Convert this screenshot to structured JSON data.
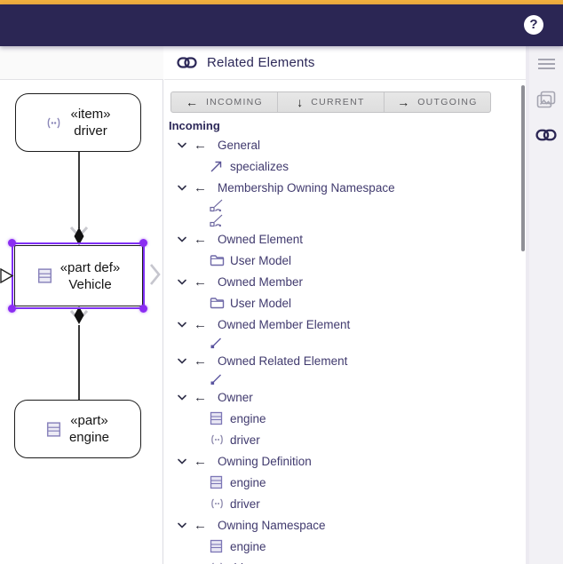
{
  "header": {
    "help_label": "?"
  },
  "panel": {
    "title": "Related Elements",
    "row_arrow": "←",
    "tabs": [
      {
        "arrow": "←",
        "label": "INCOMING"
      },
      {
        "arrow": "↓",
        "label": "CURRENT"
      },
      {
        "arrow": "→",
        "label": "OUTGOING"
      }
    ],
    "rows": [
      {
        "type": "section",
        "label": "Incoming"
      },
      {
        "type": "group",
        "label": "General"
      },
      {
        "type": "child",
        "icon": "specializes-arrow",
        "label": "specializes"
      },
      {
        "type": "group",
        "label": "Membership Owning Namespace"
      },
      {
        "type": "icon",
        "icon": "membership"
      },
      {
        "type": "icon",
        "icon": "membership"
      },
      {
        "type": "group",
        "label": "Owned Element"
      },
      {
        "type": "child",
        "icon": "folder",
        "label": "User Model"
      },
      {
        "type": "group",
        "label": "Owned Member"
      },
      {
        "type": "child",
        "icon": "folder",
        "label": "User Model"
      },
      {
        "type": "group",
        "label": "Owned Member Element"
      },
      {
        "type": "icon",
        "icon": "dot-line"
      },
      {
        "type": "group",
        "label": "Owned Related Element"
      },
      {
        "type": "icon",
        "icon": "dot-line"
      },
      {
        "type": "group",
        "label": "Owner"
      },
      {
        "type": "child",
        "icon": "part",
        "label": "engine"
      },
      {
        "type": "child",
        "icon": "item",
        "label": "driver"
      },
      {
        "type": "group",
        "label": "Owning Definition"
      },
      {
        "type": "child",
        "icon": "part",
        "label": "engine"
      },
      {
        "type": "child",
        "icon": "item",
        "label": "driver"
      },
      {
        "type": "group",
        "label": "Owning Namespace"
      },
      {
        "type": "child",
        "icon": "part",
        "label": "engine"
      },
      {
        "type": "child",
        "icon": "item",
        "label": "driver"
      }
    ]
  },
  "diagram": {
    "nodes": [
      {
        "stereotype": "«item»",
        "name": "driver"
      },
      {
        "stereotype": "«part def»",
        "name": "Vehicle"
      },
      {
        "stereotype": "«part»",
        "name": "engine"
      }
    ]
  },
  "colors": {
    "accent_orange": "#f0ae3e",
    "header_purple": "#2b2654",
    "selection_purple": "#7f2ff5",
    "tree_text": "#403a6e",
    "icon_purple": "#6f69a8"
  }
}
